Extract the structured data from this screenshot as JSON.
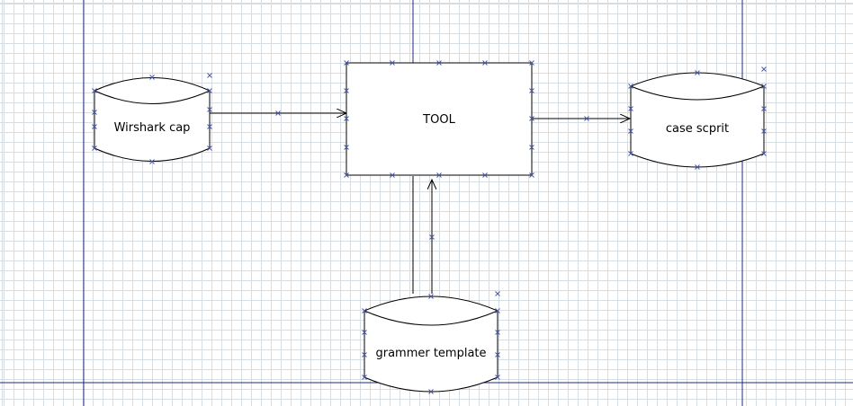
{
  "colors": {
    "grid": "#d6dde3",
    "guide": "#1f2a80",
    "outline": "#000000",
    "handle": "#4a5aa8",
    "background": "#ffffff"
  },
  "nodes": {
    "source": {
      "label": "Wirshark cap",
      "shape": "cylinder"
    },
    "tool": {
      "label": "TOOL",
      "shape": "rectangle"
    },
    "output": {
      "label": "case scprit",
      "shape": "cylinder"
    },
    "template": {
      "label": "grammer template",
      "shape": "cylinder"
    }
  },
  "edges": [
    {
      "from": "source",
      "to": "tool"
    },
    {
      "from": "tool",
      "to": "output"
    },
    {
      "from": "template",
      "to": "tool"
    }
  ]
}
